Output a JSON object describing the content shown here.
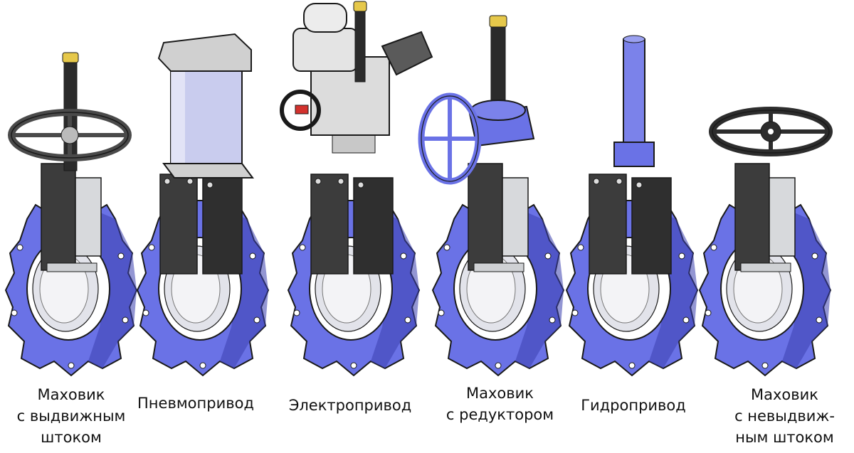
{
  "colors": {
    "body_blue": "#6a72e6",
    "body_blue_dark": "#3b3fae",
    "plate_dark": "#3c3c3c",
    "steel_light": "#d7d9dc",
    "outline": "#1a1a1a"
  },
  "captions": [
    {
      "lines": [
        "Маховик",
        "с выдвижным",
        "штоком"
      ]
    },
    {
      "lines": [
        "Пневмопривод"
      ]
    },
    {
      "lines": [
        "Электропривод"
      ]
    },
    {
      "lines": [
        "Маховик",
        "с редуктором"
      ]
    },
    {
      "lines": [
        "Гидропривод"
      ]
    },
    {
      "lines": [
        "Маховик",
        "с невыдвиж-",
        "ным штоком"
      ]
    }
  ]
}
